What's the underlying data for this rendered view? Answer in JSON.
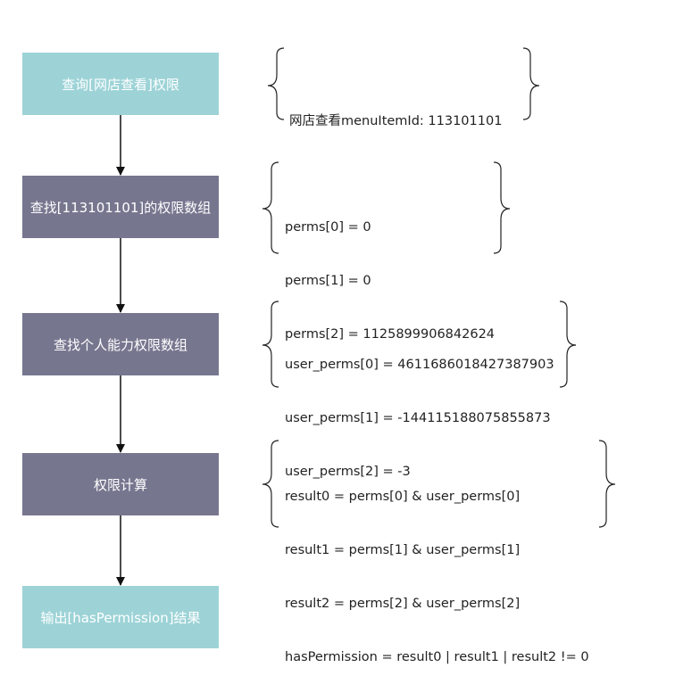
{
  "flow": {
    "step1": "查询[网店查看]权限",
    "step2": "查找[113101101]的权限数组",
    "step3": "查找个人能力权限数组",
    "step4": "权限计算",
    "step5": "输出[hasPermission]结果"
  },
  "notes": {
    "note1": [
      "网店查看menuItemId: 113101101"
    ],
    "note2": [
      "perms[0] = 0",
      "perms[1] = 0",
      "perms[2] = 1125899906842624"
    ],
    "note3": [
      "user_perms[0] = 4611686018427387903",
      "user_perms[1] = -144115188075855873",
      "user_perms[2] = -3"
    ],
    "note4": [
      "result0 = perms[0] & user_perms[0]",
      "result1 = perms[1] & user_perms[1]",
      "result2 = perms[2] & user_perms[2]",
      "hasPermission = result0 | result1 | result2 != 0"
    ]
  },
  "colors": {
    "teal": "#9dd3d7",
    "slate": "#77768f",
    "line": "#111111"
  }
}
